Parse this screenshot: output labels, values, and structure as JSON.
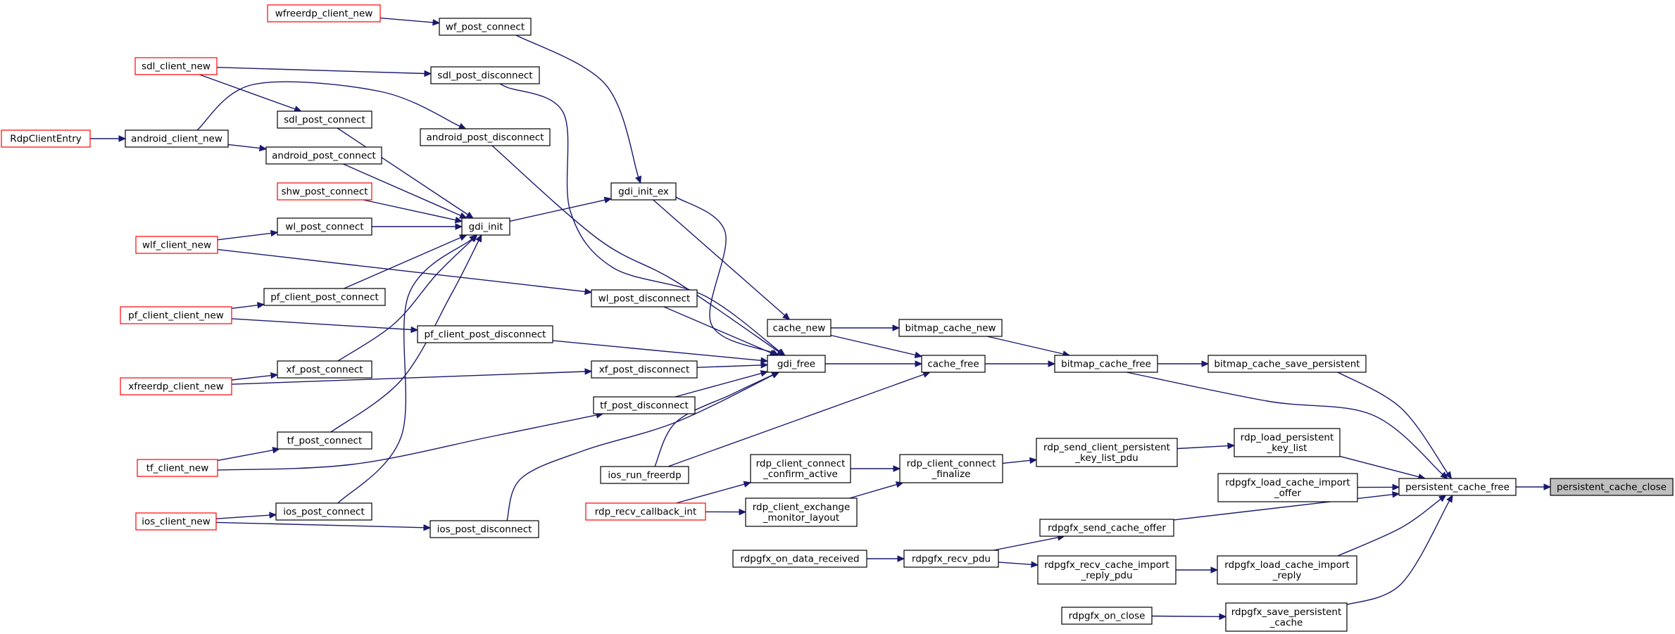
{
  "graph": {
    "colors": {
      "edge": "#191970",
      "text": "#000000",
      "border": "#000000",
      "border_external": "#ff0000",
      "highlight_fill": "#bfbfbf"
    },
    "nodes": {
      "wfreerdp_client_new": {
        "lines": [
          "wfreerdp_client_new"
        ],
        "style": "red"
      },
      "wf_post_connect": {
        "lines": [
          "wf_post_connect"
        ]
      },
      "sdl_client_new": {
        "lines": [
          "sdl_client_new"
        ],
        "style": "red"
      },
      "sdl_post_disconnect": {
        "lines": [
          "sdl_post_disconnect"
        ]
      },
      "sdl_post_connect": {
        "lines": [
          "sdl_post_connect"
        ]
      },
      "android_post_disconnect": {
        "lines": [
          "android_post_disconnect"
        ]
      },
      "RdpClientEntry": {
        "lines": [
          "RdpClientEntry"
        ],
        "style": "red"
      },
      "android_client_new": {
        "lines": [
          "android_client_new"
        ]
      },
      "android_post_connect": {
        "lines": [
          "android_post_connect"
        ]
      },
      "shw_post_connect": {
        "lines": [
          "shw_post_connect"
        ],
        "style": "red"
      },
      "gdi_init_ex": {
        "lines": [
          "gdi_init_ex"
        ]
      },
      "wl_post_connect": {
        "lines": [
          "wl_post_connect"
        ]
      },
      "gdi_init": {
        "lines": [
          "gdi_init"
        ]
      },
      "wlf_client_new": {
        "lines": [
          "wlf_client_new"
        ],
        "style": "red"
      },
      "pf_client_post_connect": {
        "lines": [
          "pf_client_post_connect"
        ]
      },
      "wl_post_disconnect": {
        "lines": [
          "wl_post_disconnect"
        ]
      },
      "pf_client_client_new": {
        "lines": [
          "pf_client_client_new"
        ],
        "style": "red"
      },
      "cache_new": {
        "lines": [
          "cache_new"
        ]
      },
      "bitmap_cache_new": {
        "lines": [
          "bitmap_cache_new"
        ]
      },
      "pf_client_post_disconnect": {
        "lines": [
          "pf_client_post_disconnect"
        ]
      },
      "gdi_free": {
        "lines": [
          "gdi_free"
        ]
      },
      "cache_free": {
        "lines": [
          "cache_free"
        ]
      },
      "bitmap_cache_free": {
        "lines": [
          "bitmap_cache_free"
        ]
      },
      "bitmap_cache_save_persistent": {
        "lines": [
          "bitmap_cache_save_persistent"
        ]
      },
      "xf_post_connect": {
        "lines": [
          "xf_post_connect"
        ]
      },
      "xf_post_disconnect": {
        "lines": [
          "xf_post_disconnect"
        ]
      },
      "xfreerdp_client_new": {
        "lines": [
          "xfreerdp_client_new"
        ],
        "style": "red"
      },
      "tf_post_disconnect": {
        "lines": [
          "tf_post_disconnect"
        ]
      },
      "tf_post_connect": {
        "lines": [
          "tf_post_connect"
        ]
      },
      "rdp_load_persistent_key_list": {
        "lines": [
          "rdp_load_persistent",
          "_key_list"
        ]
      },
      "rdp_send_client_persistent_key_list_pdu": {
        "lines": [
          "rdp_send_client_persistent",
          "_key_list_pdu"
        ]
      },
      "tf_client_new": {
        "lines": [
          "tf_client_new"
        ],
        "style": "red"
      },
      "rdp_client_connect_confirm_active": {
        "lines": [
          "rdp_client_connect",
          "_confirm_active"
        ]
      },
      "rdp_client_connect_finalize": {
        "lines": [
          "rdp_client_connect",
          "_finalize"
        ]
      },
      "ios_run_freerdp": {
        "lines": [
          "ios_run_freerdp"
        ]
      },
      "rdpgfx_load_cache_import_offer": {
        "lines": [
          "rdpgfx_load_cache_import",
          "_offer"
        ]
      },
      "persistent_cache_free": {
        "lines": [
          "persistent_cache_free"
        ]
      },
      "persistent_cache_close": {
        "lines": [
          "persistent_cache_close"
        ],
        "style": "grey"
      },
      "rdp_recv_callback_int": {
        "lines": [
          "rdp_recv_callback_int"
        ],
        "style": "red"
      },
      "rdp_client_exchange_monitor_layout": {
        "lines": [
          "rdp_client_exchange",
          "_monitor_layout"
        ]
      },
      "ios_client_new": {
        "lines": [
          "ios_client_new"
        ],
        "style": "red"
      },
      "ios_post_connect": {
        "lines": [
          "ios_post_connect"
        ]
      },
      "rdpgfx_send_cache_offer": {
        "lines": [
          "rdpgfx_send_cache_offer"
        ]
      },
      "ios_post_disconnect": {
        "lines": [
          "ios_post_disconnect"
        ]
      },
      "rdpgfx_on_data_received": {
        "lines": [
          "rdpgfx_on_data_received"
        ]
      },
      "rdpgfx_recv_pdu": {
        "lines": [
          "rdpgfx_recv_pdu"
        ]
      },
      "rdpgfx_recv_cache_import_reply_pdu": {
        "lines": [
          "rdpgfx_recv_cache_import",
          "_reply_pdu"
        ]
      },
      "rdpgfx_load_cache_import_reply": {
        "lines": [
          "rdpgfx_load_cache_import",
          "_reply"
        ]
      },
      "rdpgfx_on_close": {
        "lines": [
          "rdpgfx_on_close"
        ]
      },
      "rdpgfx_save_persistent_cache": {
        "lines": [
          "rdpgfx_save_persistent",
          "_cache"
        ]
      }
    },
    "edges": [
      [
        "wfreerdp_client_new",
        "wf_post_connect"
      ],
      [
        "wf_post_connect",
        "gdi_init_ex"
      ],
      [
        "sdl_client_new",
        "sdl_post_disconnect"
      ],
      [
        "sdl_client_new",
        "sdl_post_connect"
      ],
      [
        "sdl_post_disconnect",
        "gdi_free"
      ],
      [
        "sdl_post_connect",
        "gdi_init"
      ],
      [
        "RdpClientEntry",
        "android_client_new"
      ],
      [
        "android_client_new",
        "android_post_disconnect"
      ],
      [
        "android_client_new",
        "android_post_connect"
      ],
      [
        "android_post_disconnect",
        "gdi_free"
      ],
      [
        "android_post_connect",
        "gdi_init"
      ],
      [
        "shw_post_connect",
        "gdi_init"
      ],
      [
        "wlf_client_new",
        "wl_post_connect"
      ],
      [
        "wlf_client_new",
        "wl_post_disconnect"
      ],
      [
        "wl_post_connect",
        "gdi_init"
      ],
      [
        "wl_post_disconnect",
        "gdi_free"
      ],
      [
        "pf_client_client_new",
        "pf_client_post_connect"
      ],
      [
        "pf_client_client_new",
        "pf_client_post_disconnect"
      ],
      [
        "pf_client_post_connect",
        "gdi_init"
      ],
      [
        "pf_client_post_disconnect",
        "gdi_free"
      ],
      [
        "xfreerdp_client_new",
        "xf_post_connect"
      ],
      [
        "xfreerdp_client_new",
        "xf_post_disconnect"
      ],
      [
        "xf_post_connect",
        "gdi_init"
      ],
      [
        "xf_post_disconnect",
        "gdi_free"
      ],
      [
        "tf_client_new",
        "tf_post_connect"
      ],
      [
        "tf_client_new",
        "tf_post_disconnect"
      ],
      [
        "tf_post_connect",
        "gdi_init"
      ],
      [
        "tf_post_disconnect",
        "gdi_free"
      ],
      [
        "ios_client_new",
        "ios_post_connect"
      ],
      [
        "ios_client_new",
        "ios_post_disconnect"
      ],
      [
        "ios_post_connect",
        "gdi_init"
      ],
      [
        "ios_post_disconnect",
        "gdi_free"
      ],
      [
        "ios_run_freerdp",
        "gdi_free"
      ],
      [
        "gdi_init",
        "gdi_init_ex"
      ],
      [
        "gdi_init_ex",
        "cache_new"
      ],
      [
        "gdi_init_ex",
        "gdi_free"
      ],
      [
        "cache_new",
        "bitmap_cache_new"
      ],
      [
        "cache_new",
        "cache_free"
      ],
      [
        "bitmap_cache_new",
        "bitmap_cache_free"
      ],
      [
        "gdi_free",
        "cache_free"
      ],
      [
        "ios_run_freerdp",
        "cache_free"
      ],
      [
        "cache_free",
        "bitmap_cache_free"
      ],
      [
        "bitmap_cache_free",
        "bitmap_cache_save_persistent"
      ],
      [
        "bitmap_cache_free",
        "persistent_cache_free"
      ],
      [
        "bitmap_cache_save_persistent",
        "persistent_cache_free"
      ],
      [
        "rdp_recv_callback_int",
        "rdp_client_connect_confirm_active"
      ],
      [
        "rdp_recv_callback_int",
        "rdp_client_exchange_monitor_layout"
      ],
      [
        "rdp_client_connect_confirm_active",
        "rdp_client_connect_finalize"
      ],
      [
        "rdp_client_exchange_monitor_layout",
        "rdp_client_connect_finalize"
      ],
      [
        "rdp_client_connect_finalize",
        "rdp_send_client_persistent_key_list_pdu"
      ],
      [
        "rdp_send_client_persistent_key_list_pdu",
        "rdp_load_persistent_key_list"
      ],
      [
        "rdp_load_persistent_key_list",
        "persistent_cache_free"
      ],
      [
        "rdpgfx_load_cache_import_offer",
        "persistent_cache_free"
      ],
      [
        "rdpgfx_on_data_received",
        "rdpgfx_recv_pdu"
      ],
      [
        "rdpgfx_recv_pdu",
        "rdpgfx_send_cache_offer"
      ],
      [
        "rdpgfx_recv_pdu",
        "rdpgfx_recv_cache_import_reply_pdu"
      ],
      [
        "rdpgfx_send_cache_offer",
        "persistent_cache_free"
      ],
      [
        "rdpgfx_recv_cache_import_reply_pdu",
        "rdpgfx_load_cache_import_reply"
      ],
      [
        "rdpgfx_load_cache_import_reply",
        "persistent_cache_free"
      ],
      [
        "rdpgfx_on_close",
        "rdpgfx_save_persistent_cache"
      ],
      [
        "rdpgfx_save_persistent_cache",
        "persistent_cache_free"
      ],
      [
        "persistent_cache_free",
        "persistent_cache_close"
      ]
    ]
  }
}
